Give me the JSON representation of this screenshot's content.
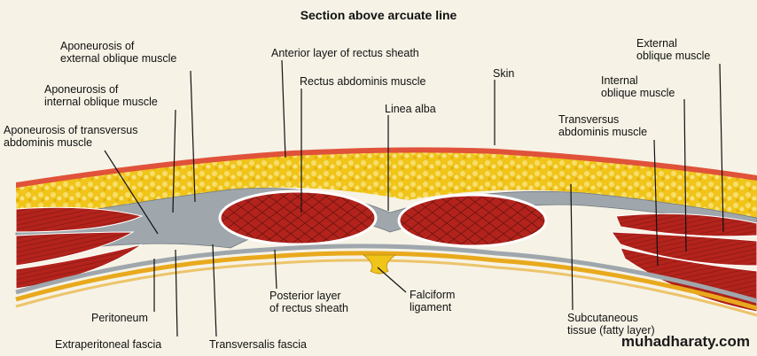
{
  "title": "Section above arcuate line",
  "watermark": "muhadharaty.com",
  "colors": {
    "background": "#f6f2e6",
    "skin": "#e0523a",
    "fat": "#f0c419",
    "fascia": "#9fa7ad",
    "muscle": "#b3231c",
    "extraperitoneal": "#e8a91c"
  },
  "labels": {
    "aponeurosis_external_oblique": "Aponeurosis of\nexternal oblique muscle",
    "aponeurosis_internal_oblique": "Aponeurosis of\ninternal oblique muscle",
    "aponeurosis_transversus": "Aponeurosis of transversus\nabdominis muscle",
    "anterior_layer_rectus_sheath": "Anterior layer of rectus sheath",
    "rectus_abdominis": "Rectus abdominis muscle",
    "linea_alba": "Linea alba",
    "skin": "Skin",
    "external_oblique": "External\noblique muscle",
    "internal_oblique": "Internal\noblique muscle",
    "transversus_abdominis": "Transversus\nabdominis muscle",
    "peritoneum": "Peritoneum",
    "extraperitoneal_fascia": "Extraperitoneal fascia",
    "transversalis_fascia": "Transversalis fascia",
    "posterior_layer_rectus_sheath": "Posterior layer\nof rectus sheath",
    "falciform_ligament": "Falciform\nligament",
    "subcutaneous_tissue": "Subcutaneous\ntissue (fatty layer)"
  }
}
